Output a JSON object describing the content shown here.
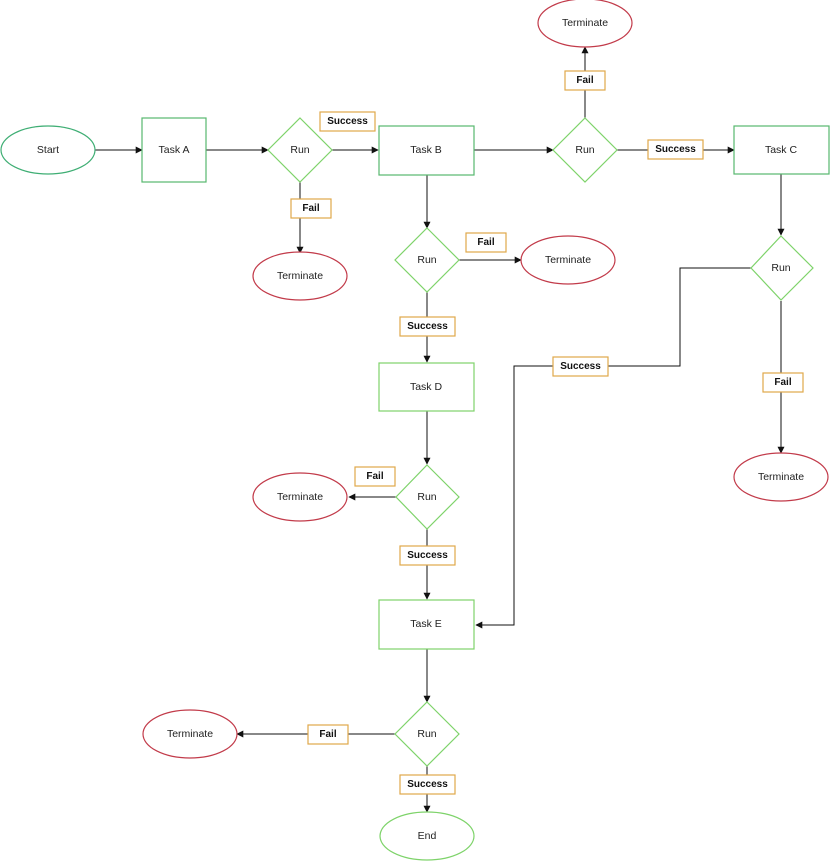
{
  "colors": {
    "start_end_stroke": "#3fae74",
    "task_stroke": "#58b86e",
    "decision_stroke": "#7ed36a",
    "terminate_stroke": "#c23b4a",
    "label_stroke": "#e0a84a",
    "edge": "#111111"
  },
  "nodes": {
    "start": {
      "label": "Start",
      "shape": "ellipse"
    },
    "end": {
      "label": "End",
      "shape": "ellipse"
    },
    "task_a": {
      "label": "Task A",
      "shape": "rectangle"
    },
    "task_b": {
      "label": "Task B",
      "shape": "rectangle"
    },
    "task_c": {
      "label": "Task C",
      "shape": "rectangle"
    },
    "task_d": {
      "label": "Task D",
      "shape": "rectangle"
    },
    "task_e": {
      "label": "Task E",
      "shape": "rectangle"
    },
    "run_1": {
      "label": "Run",
      "shape": "diamond"
    },
    "run_2": {
      "label": "Run",
      "shape": "diamond"
    },
    "run_3": {
      "label": "Run",
      "shape": "diamond"
    },
    "run_4": {
      "label": "Run",
      "shape": "diamond"
    },
    "run_5": {
      "label": "Run",
      "shape": "diamond"
    },
    "run_6": {
      "label": "Run",
      "shape": "diamond"
    },
    "terminate_1": {
      "label": "Terminate",
      "shape": "ellipse"
    },
    "terminate_2": {
      "label": "Terminate",
      "shape": "ellipse"
    },
    "terminate_3": {
      "label": "Terminate",
      "shape": "ellipse"
    },
    "terminate_4": {
      "label": "Terminate",
      "shape": "ellipse"
    },
    "terminate_5": {
      "label": "Terminate",
      "shape": "ellipse"
    },
    "terminate_6": {
      "label": "Terminate",
      "shape": "ellipse"
    }
  },
  "edges": [
    {
      "from": "start",
      "to": "task_a",
      "label": ""
    },
    {
      "from": "task_a",
      "to": "run_1",
      "label": ""
    },
    {
      "from": "run_1",
      "to": "task_b",
      "label": "Success"
    },
    {
      "from": "run_1",
      "to": "terminate_1",
      "label": "Fail"
    },
    {
      "from": "task_b",
      "to": "run_2",
      "label": ""
    },
    {
      "from": "run_2",
      "to": "task_c",
      "label": "Success"
    },
    {
      "from": "run_2",
      "to": "terminate_2",
      "label": "Fail"
    },
    {
      "from": "task_b",
      "to": "run_3",
      "label": ""
    },
    {
      "from": "run_3",
      "to": "terminate_3",
      "label": "Fail"
    },
    {
      "from": "run_3",
      "to": "task_d",
      "label": "Success"
    },
    {
      "from": "task_c",
      "to": "run_4",
      "label": ""
    },
    {
      "from": "run_4",
      "to": "terminate_4",
      "label": "Fail"
    },
    {
      "from": "run_4",
      "to": "task_e",
      "label": "Success"
    },
    {
      "from": "task_d",
      "to": "run_5",
      "label": ""
    },
    {
      "from": "run_5",
      "to": "terminate_5",
      "label": "Fail"
    },
    {
      "from": "run_5",
      "to": "task_e",
      "label": "Success"
    },
    {
      "from": "task_e",
      "to": "run_6",
      "label": ""
    },
    {
      "from": "run_6",
      "to": "terminate_6",
      "label": "Fail"
    },
    {
      "from": "run_6",
      "to": "end",
      "label": "Success"
    }
  ]
}
